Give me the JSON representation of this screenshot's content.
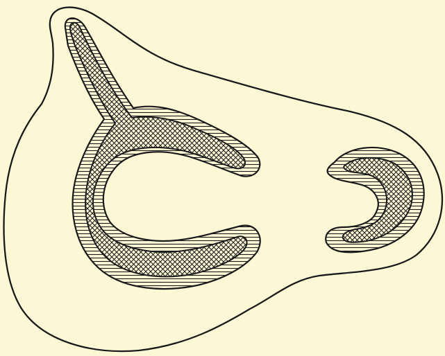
{
  "figure": {
    "background_color": "#FCF8D6",
    "line_color": "#1A1A1A",
    "outer_fill": "#FCF8D6",
    "hatch_stroke": "#1A1A1A",
    "crosshatch_stroke": "#1A1A1A",
    "regions": {
      "outer_envelope": "outer-envelope",
      "left_body": "left-c-body",
      "right_body": "right-c-body"
    },
    "patterns": {
      "horizontal": "horizontal-line-hatching",
      "cross": "diagonal-cross-hatching"
    }
  }
}
